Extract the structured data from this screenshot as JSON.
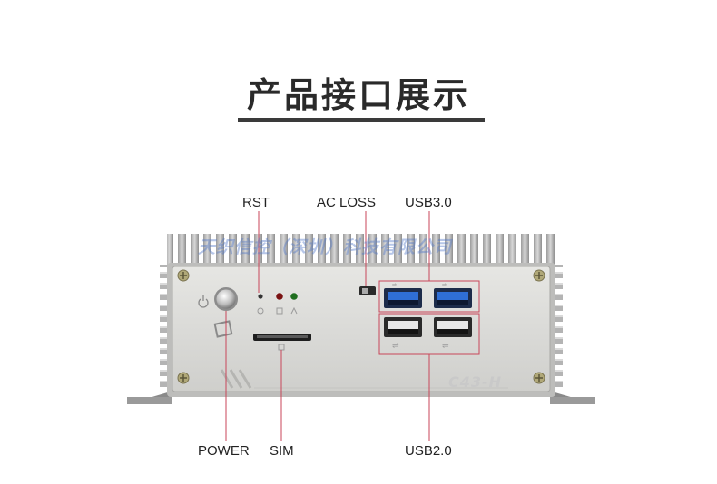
{
  "title": "产品接口展示",
  "labels": {
    "rst": "RST",
    "ac_loss": "AC LOSS",
    "usb3": "USB3.0",
    "power": "POWER",
    "sim": "SIM",
    "usb2": "USB2.0"
  },
  "watermark": "天织信控（深圳）科技有限公司",
  "model": "C43-H",
  "colors": {
    "callout_line": "#c8465a",
    "usb3_port": "#2f6fd6",
    "chassis": "#d9d9d6",
    "title_text": "#2a2a2a"
  }
}
